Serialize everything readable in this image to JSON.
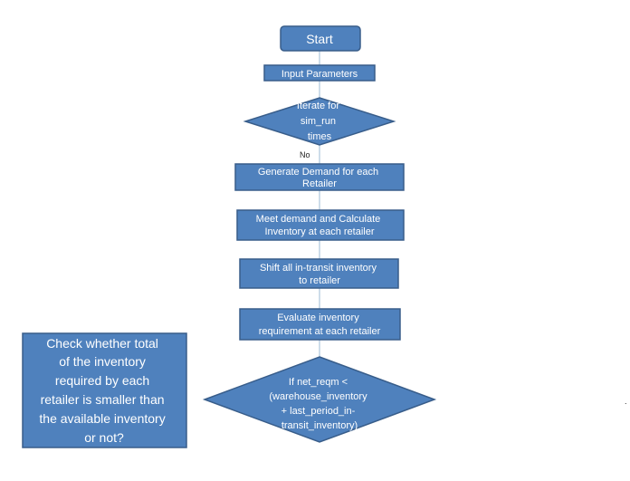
{
  "diagram": {
    "colors": {
      "fill": "#4f81bd",
      "stroke": "#385d8a",
      "text": "#ffffff",
      "connector": "#9dbbd6"
    },
    "nodes": {
      "start": {
        "lines": [
          "Start"
        ]
      },
      "input": {
        "lines": [
          "Input Parameters"
        ]
      },
      "iterate": {
        "lines": [
          "Iterate for",
          "sim_run",
          "times"
        ]
      },
      "demand": {
        "lines": [
          "Generate Demand for each",
          "Retailer"
        ]
      },
      "meet": {
        "lines": [
          "Meet demand and Calculate",
          "Inventory at each retailer"
        ]
      },
      "shift": {
        "lines": [
          "Shift all in-transit inventory",
          "to retailer"
        ]
      },
      "evaluate": {
        "lines": [
          "Evaluate inventory",
          "requirement at each retailer"
        ]
      },
      "decision": {
        "lines": [
          "If net_reqm <",
          "(warehouse_inventory",
          "+ last_period_in-",
          "transit_inventory)"
        ]
      },
      "note": {
        "lines": [
          "Check whether total",
          "of the inventory",
          "required by each",
          "retailer is smaller than",
          "the available inventory",
          "or not?"
        ]
      }
    },
    "edge_labels": {
      "no": "No"
    },
    "stray_mark": "."
  }
}
